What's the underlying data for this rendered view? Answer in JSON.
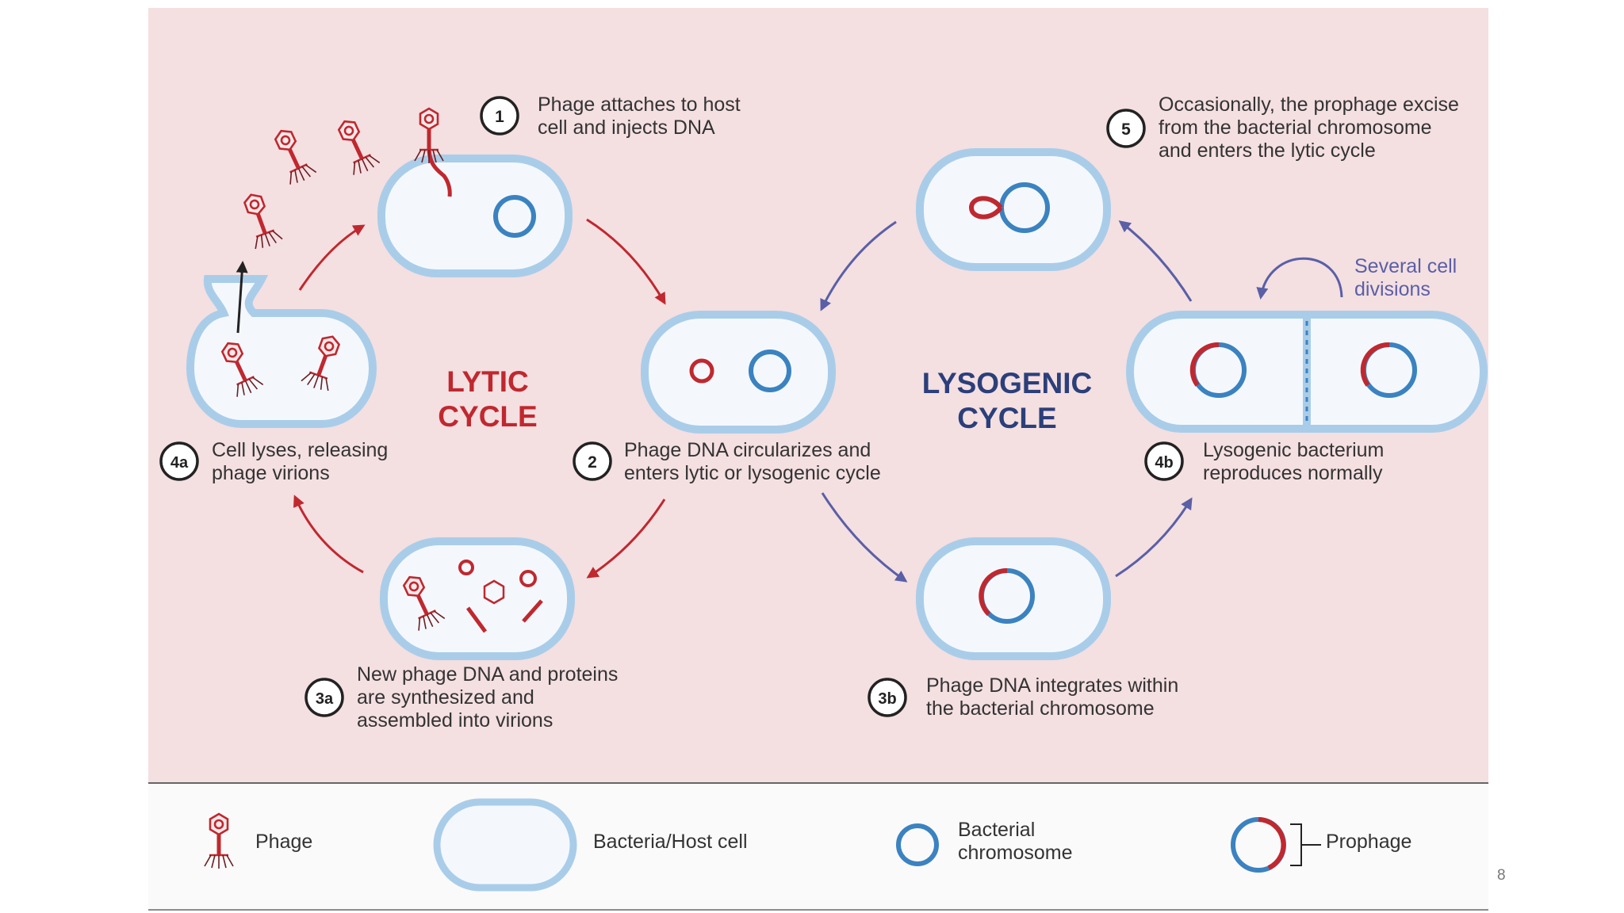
{
  "cycles": {
    "lytic": "LYTIC\nCYCLE",
    "lysogenic": "LYSOGENIC\nCYCLE",
    "lytic_color": "#c0282f",
    "lysogenic_color": "#2b3f7a"
  },
  "steps": [
    {
      "marker": "1",
      "text": "Phage attaches to host\ncell and injects DNA"
    },
    {
      "marker": "2",
      "text": "Phage DNA circularizes and\nenters lytic or lysogenic cycle"
    },
    {
      "marker": "3a",
      "text": "New phage DNA and proteins\nare synthesized and\nassembled into virions"
    },
    {
      "marker": "3b",
      "text": "Phage DNA integrates within\nthe bacterial chromosome"
    },
    {
      "marker": "4a",
      "text": "Cell lyses, releasing\nphage virions"
    },
    {
      "marker": "4b",
      "text": "Lysogenic bacterium\nreproduces normally"
    },
    {
      "marker": "5",
      "text": "Occasionally, the prophage excise\nfrom the bacterial chromosome\nand enters the lytic cycle"
    }
  ],
  "cell_divisions_label": "Several cell\ndivisions",
  "legend": {
    "phage": "Phage",
    "host_cell": "Bacteria/Host cell",
    "chromosome": "Bacterial\nchromosome",
    "prophage": "Prophage"
  },
  "colors": {
    "background": "#f4dfe1",
    "cell_fill": "#f4f8fd",
    "cell_border": "#a9cde9",
    "chromosome": "#3b82c0",
    "phage_dna": "#c0282f",
    "lysogenic_arrow": "#5a5fa6"
  },
  "page_number": "8"
}
